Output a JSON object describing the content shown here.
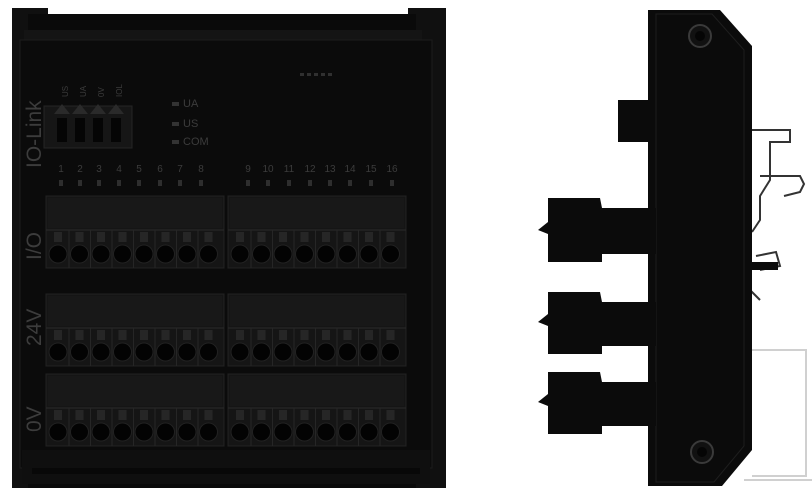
{
  "front": {
    "side_labels": {
      "iolink": "IO-Link",
      "io": "I/O",
      "v24": "24V",
      "v0": "0V"
    },
    "connector_pins": [
      "US",
      "UA",
      "0V",
      "IOL"
    ],
    "leds": [
      "UA",
      "US",
      "COM"
    ],
    "channels_left": [
      "1",
      "2",
      "3",
      "4",
      "5",
      "6",
      "7",
      "8"
    ],
    "channels_right": [
      "9",
      "10",
      "11",
      "12",
      "13",
      "14",
      "15",
      "16"
    ]
  },
  "colors": {
    "housing": "#0b0b0b",
    "housing_edge": "#1c1c1c",
    "label_text": "#3c3c3c",
    "terminal": "#151515",
    "terminal_hole": "#030303"
  }
}
